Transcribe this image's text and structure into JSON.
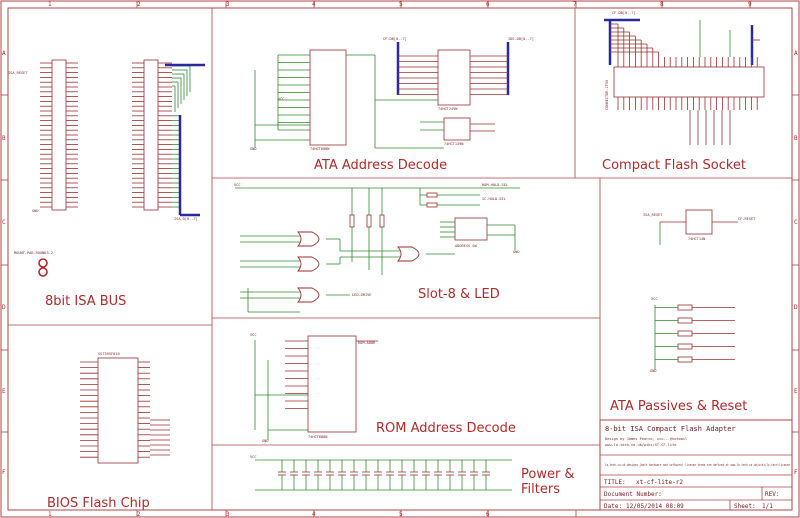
{
  "columns": [
    "1",
    "2",
    "3",
    "4",
    "5",
    "6",
    "7",
    "8",
    "9"
  ],
  "rows": [
    "A",
    "B",
    "C",
    "D",
    "E",
    "F"
  ],
  "sections": {
    "isa_bus": "8bit ISA BUS",
    "ata_decode": "ATA Address Decode",
    "cf_socket": "Compact Flash Socket",
    "slot8_led": "Slot-8 & LED",
    "ata_passives": "ATA Passives & Reset",
    "bios_flash": "BIOS Flash Chip",
    "rom_decode": "ROM Address Decode",
    "power_line1": "Power &",
    "power_line2": "Filters"
  },
  "title_block": {
    "heading": "8-bit ISA Compact Flash Adapter",
    "design_by": "Design by James Pearce, vcu...@hotmail",
    "url": "www.lo-tech.co.uk/wiki/XT-CF-lite",
    "license": "lo-tech.co.uk designs (both hardware and software) license terms are defined at www.lo-tech.co.uk/wiki/lo-tech:license",
    "title_label": "TITLE:",
    "title_value": "xt-cf-lite-r2",
    "docnum_label": "Document Number:",
    "rev_label": "REV:",
    "date_label": "Date:",
    "date_value": "12/05/2014 08:09",
    "sheet_label": "Sheet:",
    "sheet_value": "1/1"
  },
  "net_labels": {
    "vcc": "VCC",
    "gnd": "GND",
    "io_reset": "ISA_RESET",
    "bus_isa": "ISA_D[0..7]",
    "bus_cf_data": "CF-DB[0..7]",
    "bus_cf_addr": "IDE-DB[0..7]",
    "rom_hold": "ROM-HOLD-SEL",
    "ic_hold": "IC-HOLD-SEL",
    "cf_reset": "CF-RESET",
    "rom_addr": "ROM-ADDR",
    "led_label": "LED-DRIVE"
  },
  "ic_labels": {
    "u_decode": "74HCT688N",
    "u_latch": "74HCT245N",
    "u_small": "74HCT139N",
    "u_cf": "CONNECTOR-CF50",
    "u_bios": "SST39SF010",
    "u_rom": "74HCT688N",
    "u_reset": "74HCT14N",
    "u_dip": "ADDRESS SW"
  },
  "connector_text": "MOUNT-PAD-ROUND3.2"
}
